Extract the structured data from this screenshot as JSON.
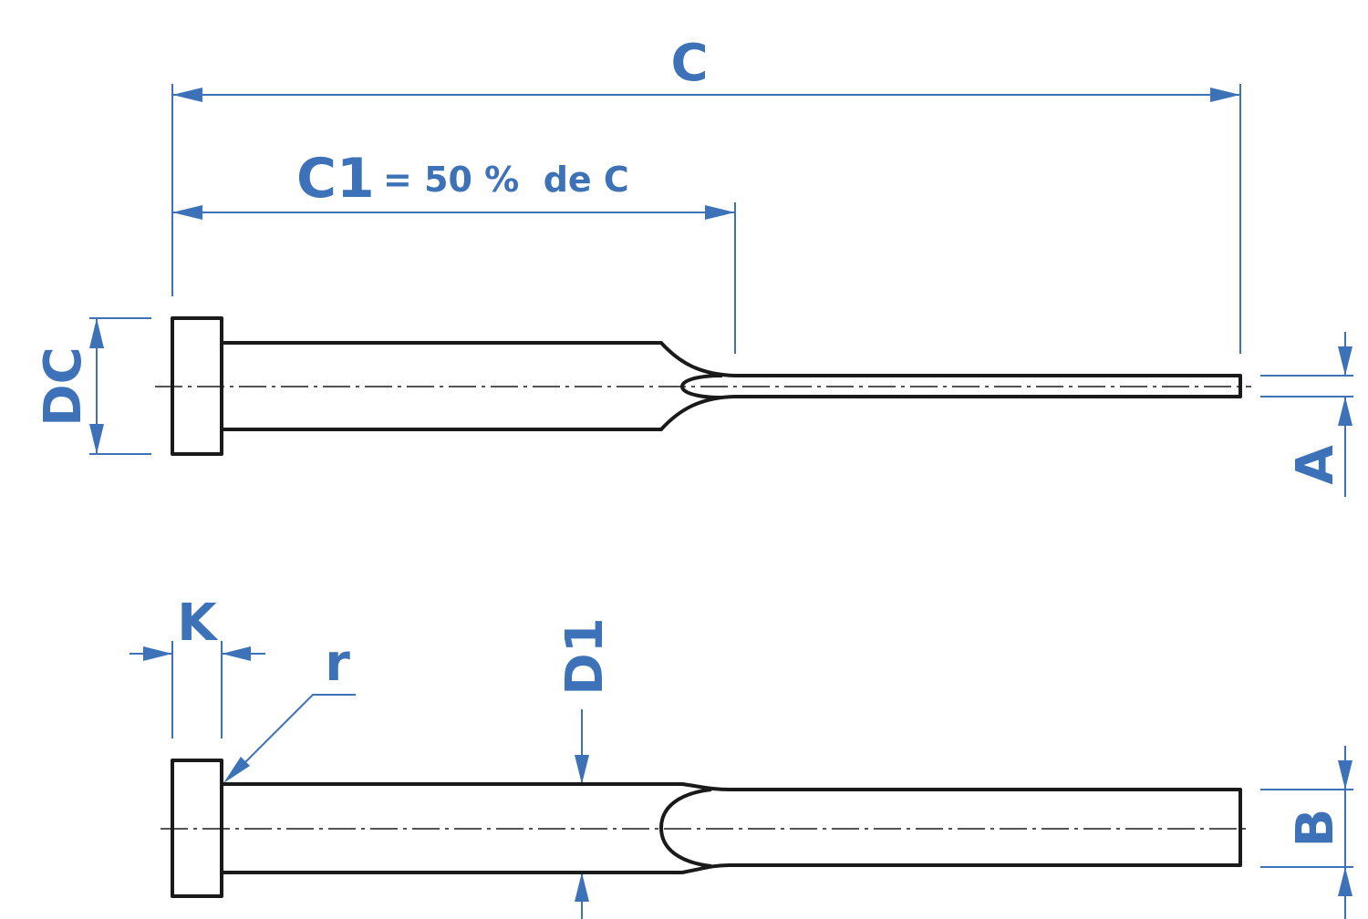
{
  "colors": {
    "dimension": "#3d72b8",
    "outline": "#1a1a1a",
    "background": "#ffffff"
  },
  "labels": {
    "C": "C",
    "C1": "C1",
    "C1_note": "= 50 %  de C",
    "DC": "DC",
    "A": "A",
    "K": "K",
    "r": "r",
    "D1": "D1",
    "B": "B"
  }
}
